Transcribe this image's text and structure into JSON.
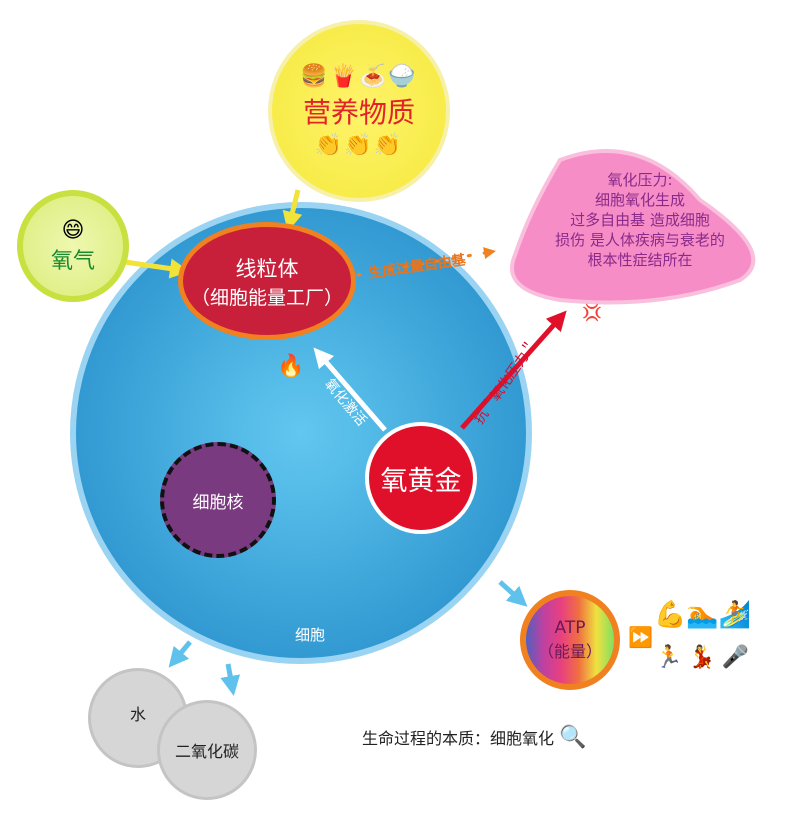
{
  "cell": {
    "label": "细胞",
    "color": "#3aa6dc"
  },
  "nutrients": {
    "emojis": "🍔🍟🍝🍚",
    "label": "营养物质",
    "clap": "👏👏👏"
  },
  "oxygen": {
    "emoji": "😄",
    "label": "氧气"
  },
  "mitochondria": {
    "line1": "线粒体",
    "line2": "（细胞能量工厂）",
    "fire": "🔥"
  },
  "free_radical_arrow": {
    "label": "生成过量自由基"
  },
  "oxidative_stress": {
    "lines": [
      "氧化压力:",
      "细胞氧化生成",
      "过多自由基 造成细胞",
      "损伤 是人体疾病与衰老的",
      "根本性症结所在"
    ],
    "anger": "💢"
  },
  "activation_arrow": {
    "label": "氧化激活"
  },
  "anti_arrow": {
    "label": "抗＂氧化压力＂"
  },
  "nucleus": {
    "label": "细胞核"
  },
  "oxygold": {
    "label": "氧黄金"
  },
  "atp": {
    "line1": "ATP",
    "line2": "（能量）",
    "ff": "⏩",
    "row1": "💪🏊🏄",
    "row2": "🏃💃🎤"
  },
  "water": {
    "label": "水"
  },
  "co2": {
    "label": "二氧化碳"
  },
  "caption": {
    "text": "生命过程的本质：细胞氧化",
    "icon": "🔍"
  }
}
